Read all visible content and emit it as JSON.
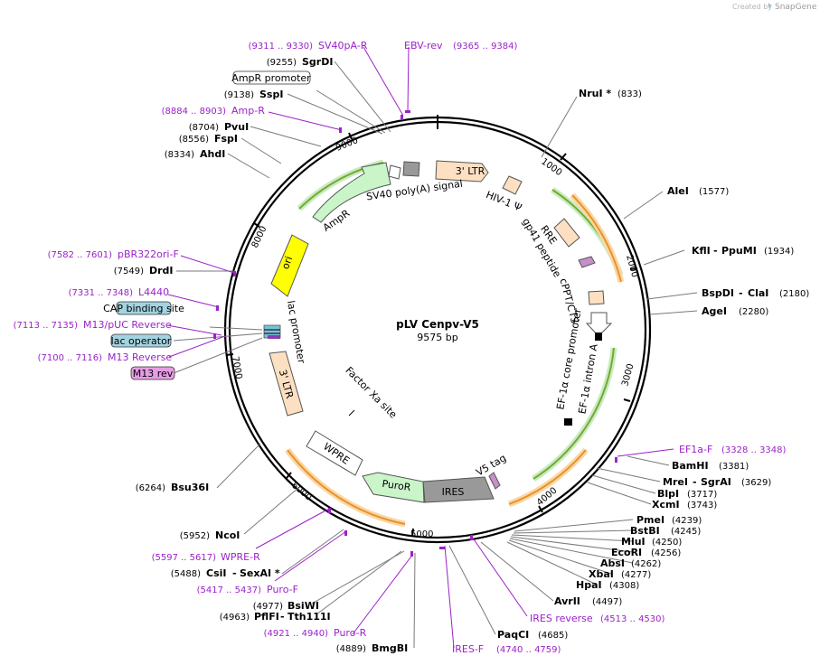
{
  "watermark": {
    "prefix": "Created by",
    "brand": "SnapGene"
  },
  "plasmid": {
    "name": "pLV Cenpv-V5",
    "length_label": "9575 bp",
    "length": 9575
  },
  "ticks": [
    "1000",
    "2000",
    "3000",
    "4000",
    "5000",
    "6000",
    "7000",
    "8000",
    "9000"
  ],
  "restriction_sites": [
    {
      "name": "NruI *",
      "pos": "(833)"
    },
    {
      "name": "AleI",
      "pos": "(1577)"
    },
    {
      "name": "KflI",
      "name2": "PpuMI",
      "pos": "(1934)"
    },
    {
      "name": "BspDI",
      "name2": "ClaI",
      "pos": "(2180)"
    },
    {
      "name": "AgeI",
      "pos": "(2280)"
    },
    {
      "name": "BamHI",
      "pos": "(3381)"
    },
    {
      "name": "MreI",
      "name2": "SgrAI",
      "pos": "(3629)"
    },
    {
      "name": "BlpI",
      "pos": "(3717)"
    },
    {
      "name": "XcmI",
      "pos": "(3743)"
    },
    {
      "name": "PmeI",
      "pos": "(4239)"
    },
    {
      "name": "BstBI",
      "pos": "(4245)"
    },
    {
      "name": "MluI",
      "pos": "(4250)"
    },
    {
      "name": "EcoRI",
      "pos": "(4256)"
    },
    {
      "name": "AbsI",
      "pos": "(4262)"
    },
    {
      "name": "XbaI",
      "pos": "(4277)"
    },
    {
      "name": "HpaI",
      "pos": "(4308)"
    },
    {
      "name": "AvrII",
      "pos": "(4497)"
    },
    {
      "name": "PaqCI",
      "pos": "(4685)"
    },
    {
      "name": "BmgBI",
      "pos": "(4889)"
    },
    {
      "name": "PflFI",
      "name2": "Tth111I",
      "pos": "(4963)"
    },
    {
      "name": "BsiWI",
      "pos": "(4977)"
    },
    {
      "name": "CsiI",
      "name2": "SexAI *",
      "pos": "(5488)"
    },
    {
      "name": "NcoI",
      "pos": "(5952)"
    },
    {
      "name": "Bsu36I",
      "pos": "(6264)"
    },
    {
      "name": "DrdI",
      "pos": "(7549)"
    },
    {
      "name": "AhdI",
      "pos": "(8334)"
    },
    {
      "name": "FspI",
      "pos": "(8556)"
    },
    {
      "name": "PvuI",
      "pos": "(8704)"
    },
    {
      "name": "SspI",
      "pos": "(9138)"
    },
    {
      "name": "SgrDI",
      "pos": "(9255)"
    }
  ],
  "primers": [
    {
      "name": "SV40pA-R",
      "pos": "(9311 .. 9330)"
    },
    {
      "name": "EBV-rev",
      "pos": "(9365 .. 9384)"
    },
    {
      "name": "Amp-R",
      "pos": "(8884 .. 8903)"
    },
    {
      "name": "pBR322ori-F",
      "pos": "(7582 .. 7601)"
    },
    {
      "name": "L4440",
      "pos": "(7331 .. 7348)"
    },
    {
      "name": "M13/pUC Reverse",
      "pos": "(7113 .. 7135)"
    },
    {
      "name": "M13 Reverse",
      "pos": "(7100 .. 7116)"
    },
    {
      "name": "EF1a-F",
      "pos": "(3328 .. 3348)"
    },
    {
      "name": "WPRE-R",
      "pos": "(5597 .. 5617)"
    },
    {
      "name": "Puro-F",
      "pos": "(5417 .. 5437)"
    },
    {
      "name": "Puro-R",
      "pos": "(4921 .. 4940)"
    },
    {
      "name": "IRES-F",
      "pos": "(4740 .. 4759)"
    },
    {
      "name": "IRES reverse",
      "pos": "(4513 .. 4530)"
    }
  ],
  "boxed_labels": {
    "ampr_promoter": "AmpR promoter",
    "cap_binding_site": "CAP binding site",
    "lac_operator": "lac operator",
    "m13_rev": "M13 rev"
  },
  "features": {
    "ltr3_top": "3' LTR",
    "hiv1_psi": "HIV-1 Ψ",
    "rre": "RRE",
    "gp41": "gp41 peptide",
    "cppt": "cPPT/CTS",
    "ef1a_core": "EF-1α core promoter",
    "ef1a_intron": "EF-1α intron A",
    "v5_tag": "V5 tag",
    "ires": "IRES",
    "puror": "PuroR",
    "wpre": "WPRE",
    "factor_xa": "Factor Xa site",
    "ltr3_left": "3' LTR",
    "lac_promoter": "lac promoter",
    "ori": "ori",
    "ampr": "AmpR",
    "sv40": "SV40 poly(A) signal"
  },
  "colors": {
    "ltr": "#fde0c2",
    "ampr": "#c9f5c9",
    "ori": "#ffff00",
    "ires": "#999999",
    "puror": "#c9f5c9",
    "wpre": "#ffffff",
    "primer": "#9b22c8",
    "cap_box": "#a3d3e0",
    "m13_box": "#e79de6",
    "orf_green": "#78c81e",
    "orf_orange": "#f0a02d"
  }
}
